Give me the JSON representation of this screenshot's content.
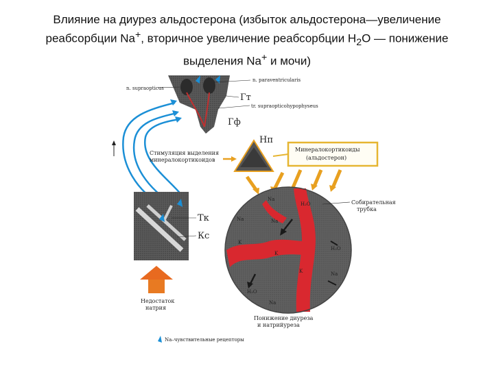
{
  "title": {
    "line1": "Влияние на диурез альдостерона (избыток альдостерона—увеличение",
    "line2a": "реабсорбции Na",
    "line2b": "+",
    "line2c": ", вторичное увеличение реабсорбции H",
    "line2d": "2",
    "line2e": "O — понижение",
    "line3a": "выделения Na",
    "line3b": "+",
    "line3c": "  и мочи)"
  },
  "labels": {
    "n_supraopticus": "n. supraopticus",
    "n_paraventricularis": "n. paraventricularis",
    "gt": "Гт",
    "tr_supraoptico": "tr. supraopticohypophyseus",
    "gf": "Гф",
    "np": "Нп",
    "mineralo_line1": "Минералокортикоиды",
    "mineralo_line2": "(альдостерон)",
    "stim_line1": "Стимуляция выделения",
    "stim_line2": "минералокортикоидов",
    "tk": "Тк",
    "ks": "Кс",
    "collecting_line1": "Собирательная",
    "collecting_line2": "трубка",
    "deficit_line1": "Недостаток",
    "deficit_line2": "натрия",
    "decrease_line1": "Понижение диуреза",
    "decrease_line2": "и натрийуреза",
    "receptors": "Na–чувствительные рецепторы"
  },
  "ions": {
    "na": "Na",
    "h2o": "H₂O",
    "k": "K"
  },
  "colors": {
    "tissue": "#4a4a4a",
    "vessel": "#d9282f",
    "arrow_blue": "#1b8fd6",
    "arrow_orange": "#e8a020",
    "box_border": "#e6b531",
    "dark_arrow": "#2a2a2a"
  }
}
